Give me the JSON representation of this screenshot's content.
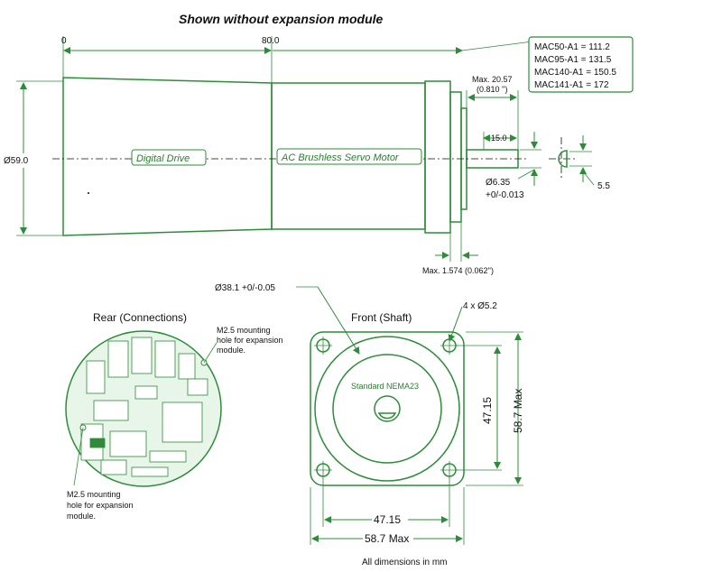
{
  "title": "Shown without expansion module",
  "side_view": {
    "dim_zero": "0",
    "dim_80": "80.0",
    "dim_diameter": "Ø59.0",
    "label_drive": "Digital Drive",
    "label_motor": "AC Brushless Servo Motor",
    "max_flange": "Max. 20.57",
    "max_flange_in": "(0.810 '')",
    "shaft_length": "15.0",
    "shaft_dia": "Ø6.35",
    "shaft_tol": "+0/-0.013",
    "flat": "5.5",
    "max_pilot": "Max. 1.574 (0.062'')"
  },
  "length_table": [
    "MAC50-A1  = 111.2",
    "MAC95-A1  = 131.5",
    "MAC140-A1 = 150.5",
    "MAC141-A1 = 172"
  ],
  "rear": {
    "title": "Rear  (Connections)",
    "note_top": [
      "M2.5 mounting",
      "hole for expansion",
      "module."
    ],
    "note_bottom": [
      "M2.5 mounting",
      "hole for expansion",
      "module."
    ]
  },
  "front": {
    "title": "Front (Shaft)",
    "pilot": "Ø38.1 +0/-0.05",
    "holes": "4 x Ø5.2",
    "standard": "Standard NEMA23",
    "bolt_v": "47.15",
    "size_v": "58.7 Max",
    "bolt_h": "47.15",
    "size_h": "58.7 Max"
  },
  "footer": "All dimensions in mm",
  "colors": {
    "line": "#2e8b3a",
    "text": "#111111",
    "label": "#2e7d32"
  }
}
